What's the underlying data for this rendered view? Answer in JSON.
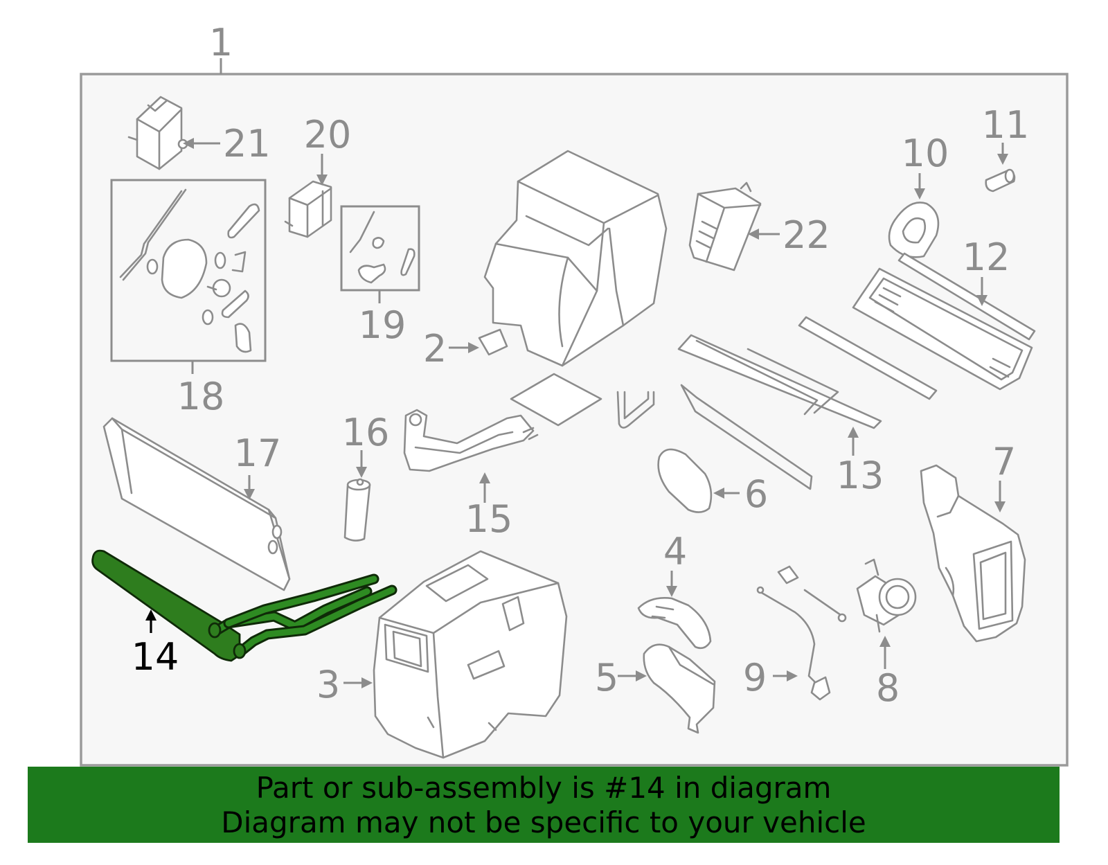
{
  "callouts": {
    "c1": "1",
    "c2": "2",
    "c3": "3",
    "c4": "4",
    "c5": "5",
    "c6": "6",
    "c7": "7",
    "c8": "8",
    "c9": "9",
    "c10": "10",
    "c11": "11",
    "c12": "12",
    "c13": "13",
    "c14": "14",
    "c15": "15",
    "c16": "16",
    "c17": "17",
    "c18": "18",
    "c19": "19",
    "c20": "20",
    "c21": "21",
    "c22": "22"
  },
  "highlighted_part": "14",
  "colors": {
    "highlight_part": "#2e7d1e",
    "banner_background": "#1c7a1c",
    "line_art": "#8c8c8c"
  },
  "banner": {
    "line1": "Part or sub-assembly is #14 in diagram",
    "line2": "Diagram may not be specific to your vehicle"
  }
}
